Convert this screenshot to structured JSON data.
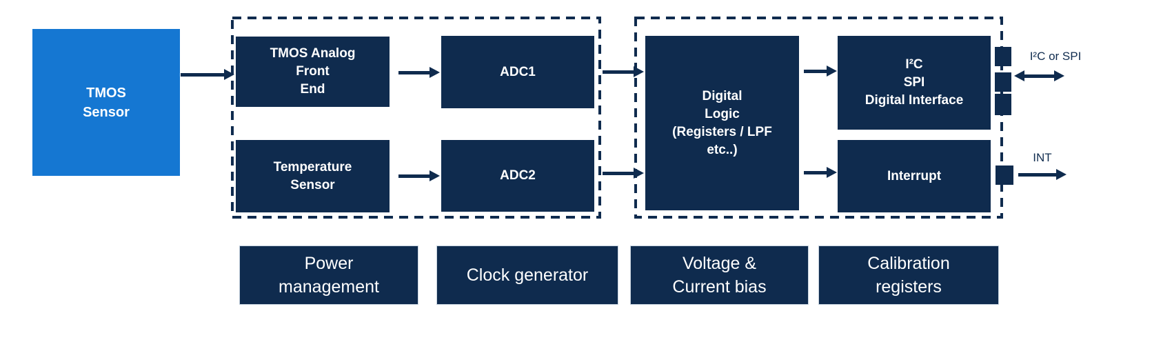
{
  "colors": {
    "navy": "#0f2b4e",
    "blue": "#1577d2",
    "label_text": "#ffffff"
  },
  "blocks": {
    "sensor": {
      "lines": [
        "TMOS",
        "Sensor"
      ]
    },
    "afe": {
      "lines": [
        "TMOS Analog",
        "Front",
        "End"
      ]
    },
    "temp": {
      "lines": [
        "Temperature",
        "Sensor"
      ]
    },
    "adc1": {
      "label": "ADC1"
    },
    "adc2": {
      "label": "ADC2"
    },
    "digital_logic": {
      "lines": [
        "Digital",
        "Logic",
        "(Registers / LPF",
        "etc..)"
      ]
    },
    "interface": {
      "lines": [
        "I²C",
        "SPI",
        "Digital Interface"
      ]
    },
    "interrupt": {
      "label": "Interrupt"
    },
    "power": {
      "lines": [
        "Power",
        "management"
      ]
    },
    "clock": {
      "label": "Clock generator"
    },
    "bias": {
      "lines": [
        "Voltage &",
        "Current bias"
      ]
    },
    "calibration": {
      "lines": [
        "Calibration",
        "registers"
      ]
    }
  },
  "io": {
    "i2c_spi_label": "I²C or SPI",
    "int_label": "INT"
  }
}
